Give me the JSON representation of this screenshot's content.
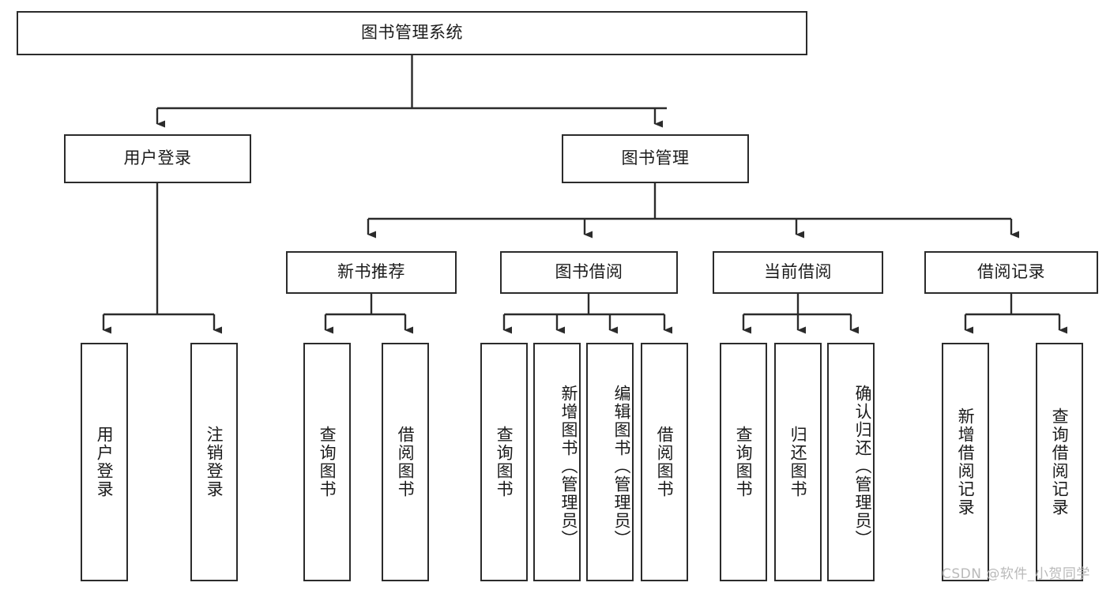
{
  "diagram": {
    "type": "tree",
    "title": "图书管理系统",
    "root": {
      "label": "图书管理系统"
    },
    "level2": [
      {
        "label": "用户登录"
      },
      {
        "label": "图书管理"
      }
    ],
    "level3": [
      {
        "label": "新书推荐"
      },
      {
        "label": "图书借阅"
      },
      {
        "label": "当前借阅"
      },
      {
        "label": "借阅记录"
      }
    ],
    "leaves": {
      "user_login": [
        {
          "label": "用户登录"
        },
        {
          "label": "注销登录"
        }
      ],
      "new_book_recommend": [
        {
          "label": "查询图书"
        },
        {
          "label": "借阅图书"
        }
      ],
      "book_borrow": [
        {
          "label": "查询图书"
        },
        {
          "label": "新增图书（管理员）"
        },
        {
          "label": "编辑图书（管理员）"
        },
        {
          "label": "借阅图书"
        }
      ],
      "current_borrow": [
        {
          "label": "查询图书"
        },
        {
          "label": "归还图书"
        },
        {
          "label": "确认归还（管理员）"
        }
      ],
      "borrow_record": [
        {
          "label": "新增借阅记录"
        },
        {
          "label": "查询借阅记录"
        }
      ]
    }
  },
  "watermark": {
    "text": "CSDN @软件_小贺同学"
  },
  "colors": {
    "border": "#2b2b2b",
    "text": "#1b1b1b",
    "background": "#ffffff",
    "watermark": "#b9b9b9"
  }
}
